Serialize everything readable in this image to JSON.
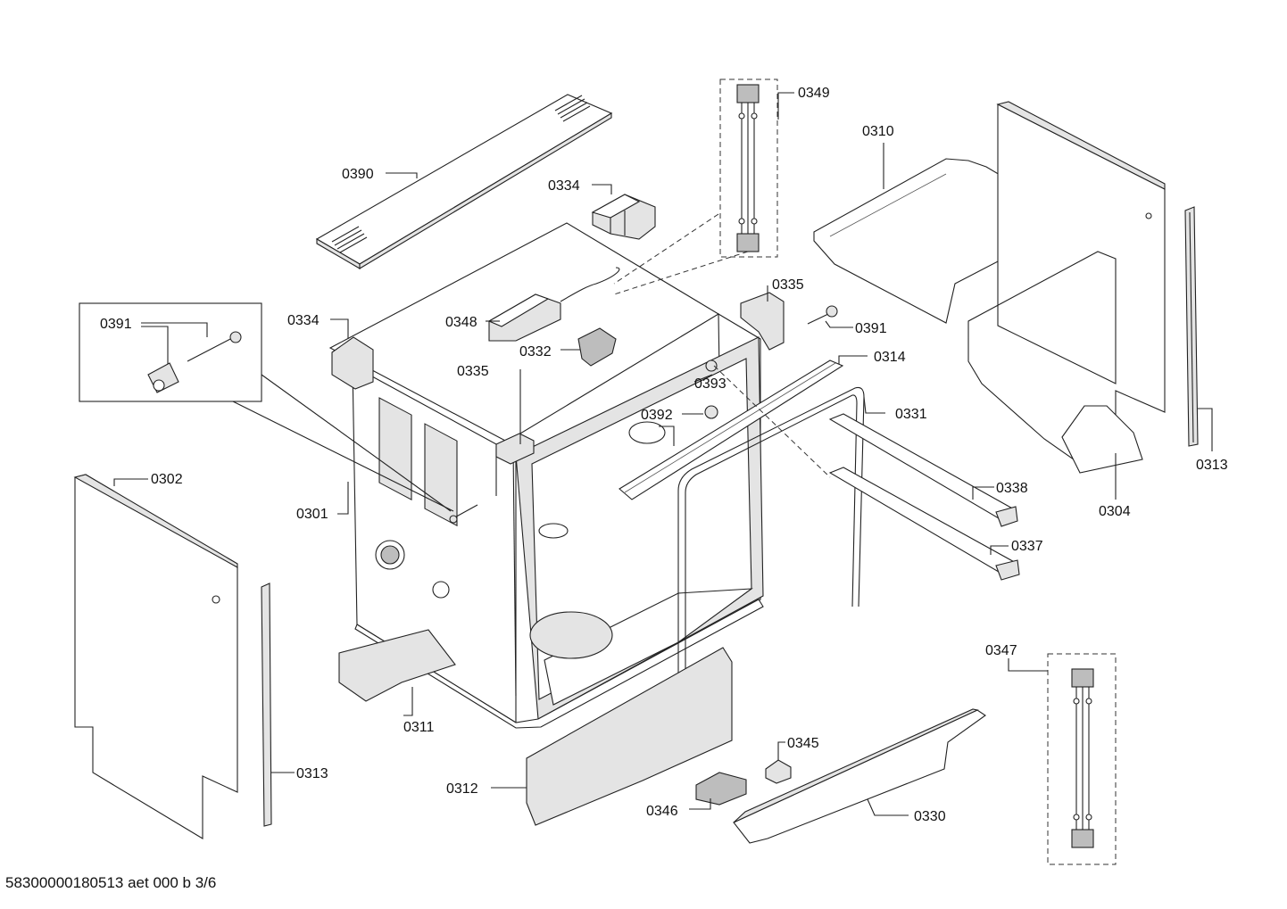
{
  "diagram": {
    "part_labels": {
      "p0390": "0390",
      "p0334_top": "0334",
      "p0349": "0349",
      "p0310": "0310",
      "p0391_inset": "0391",
      "p0334_left": "0334",
      "p0348": "0348",
      "p0335_right": "0335",
      "p0391_right": "0391",
      "p0332": "0332",
      "p0335_left": "0335",
      "p0314": "0314",
      "p0393": "0393",
      "p0392": "0392",
      "p0331": "0331",
      "p0313_right": "0313",
      "p0302": "0302",
      "p0301": "0301",
      "p0338": "0338",
      "p0304": "0304",
      "p0337": "0337",
      "p0347": "0347",
      "p0311": "0311",
      "p0313_left": "0313",
      "p0345": "0345",
      "p0312": "0312",
      "p0346": "0346",
      "p0330": "0330"
    }
  },
  "footer": {
    "document_code": "58300000180513 aet 000 b 3/6"
  }
}
